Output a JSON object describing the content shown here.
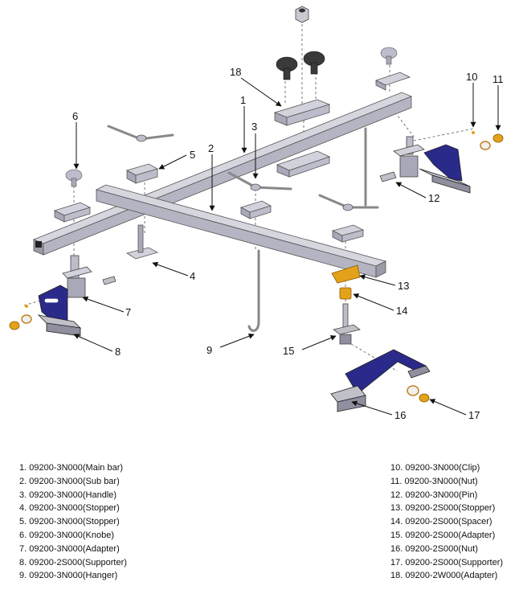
{
  "callouts": [
    "1",
    "2",
    "3",
    "4",
    "5",
    "6",
    "7",
    "8",
    "9",
    "10",
    "11",
    "12",
    "13",
    "14",
    "15",
    "16",
    "17",
    "18"
  ],
  "parts": [
    "1. 09200-3N000(Main bar)",
    "2. 09200-3N000(Sub bar)",
    "3. 09200-3N000(Handle)",
    "4. 09200-3N000(Stopper)",
    "5. 09200-3N000(Stopper)",
    "6. 09200-3N000(Knobe)",
    "7. 09200-3N000(Adapter)",
    "8. 09200-2S000(Supporter)",
    "9. 09200-3N000(Hanger)",
    "10. 09200-3N000(Clip)",
    "11. 09200-3N000(Nut)",
    "12. 09200-3N000(Pin)",
    "13. 09200-2S000(Stopper)",
    "14. 09200-2S000(Spacer)",
    "15. 09200-2S000(Adapter)",
    "16. 09200-2S000(Nut)",
    "17. 09200-2S000(Supporter)",
    "18. 09200-2W000(Adapter)"
  ],
  "colors": {
    "bar": "#b9b9c6",
    "bar_dark": "#8f8fa0",
    "supporter": "#2a2a8a",
    "brass": "#e3a21a",
    "knob": "#3a3a3a"
  }
}
